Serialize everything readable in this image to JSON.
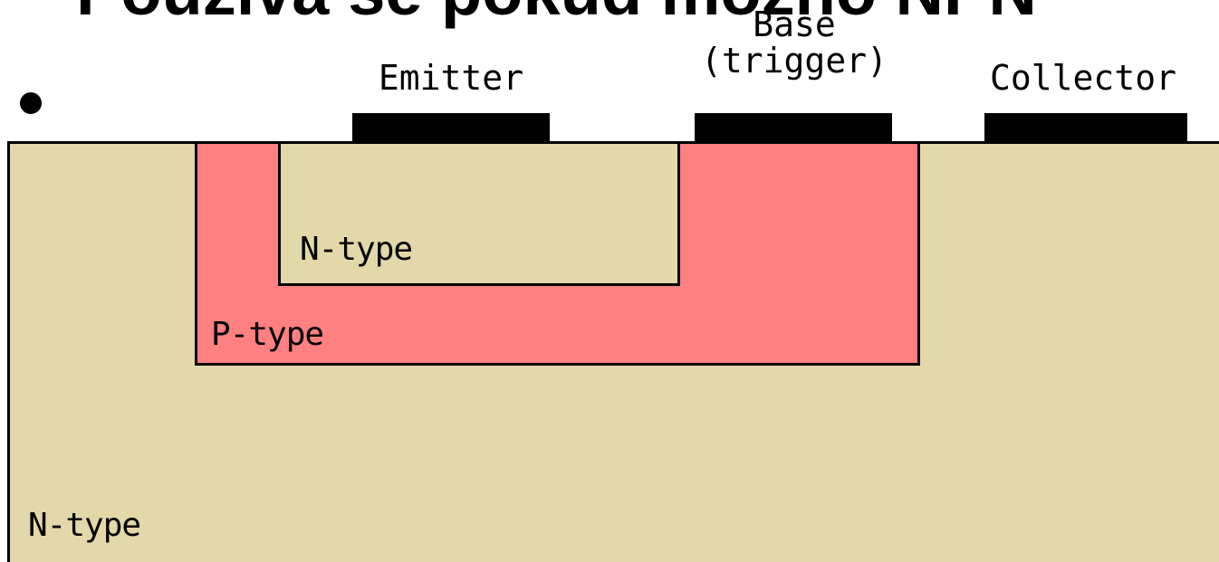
{
  "slide": {
    "title": "Používá se pokud možno NPN"
  },
  "terminals": {
    "emitter": "Emitter",
    "base_line1": "Base",
    "base_line2": "(trigger)",
    "collector": "Collector"
  },
  "regions": {
    "substrate_label": "N-type",
    "p_region_label": "P-type",
    "n_region_label": "N-type"
  },
  "colors": {
    "n_type": "#e3d8a9",
    "p_type": "#ff8080",
    "contact": "#000000",
    "outline": "#000000"
  }
}
